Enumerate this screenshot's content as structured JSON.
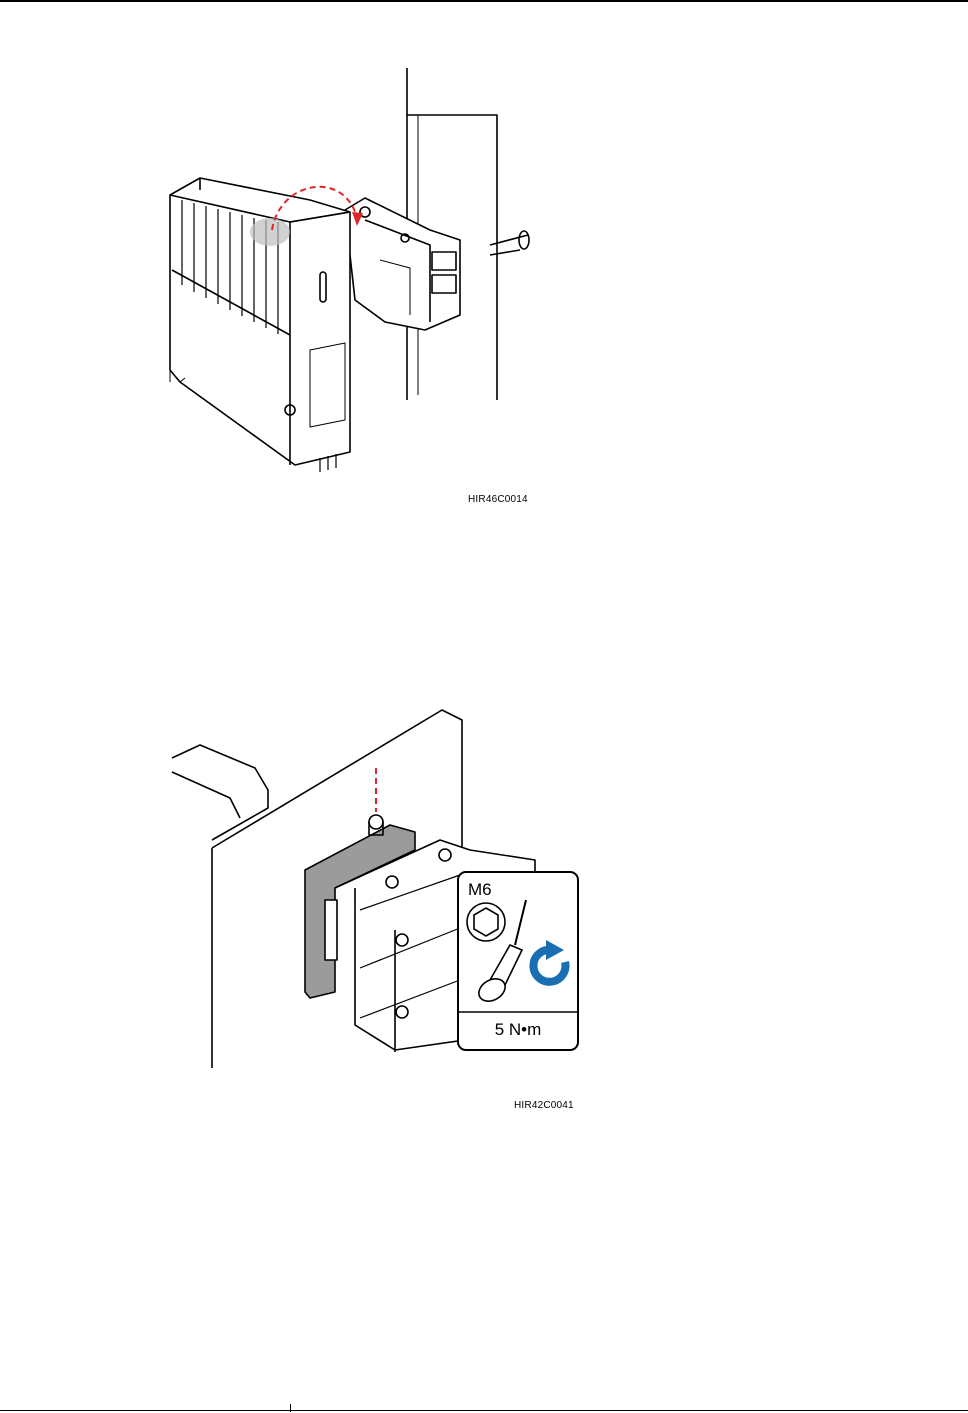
{
  "figures": [
    {
      "code": "HIR46C0014"
    },
    {
      "code": "HIR42C0041",
      "callout": {
        "bolt": "M6",
        "torque": "5 N•m"
      }
    }
  ],
  "colors": {
    "line": "#000000",
    "dash_arrow": "#e0262a",
    "rotate_arrow": "#1a6fb3",
    "shade": "#9b9b9b"
  }
}
